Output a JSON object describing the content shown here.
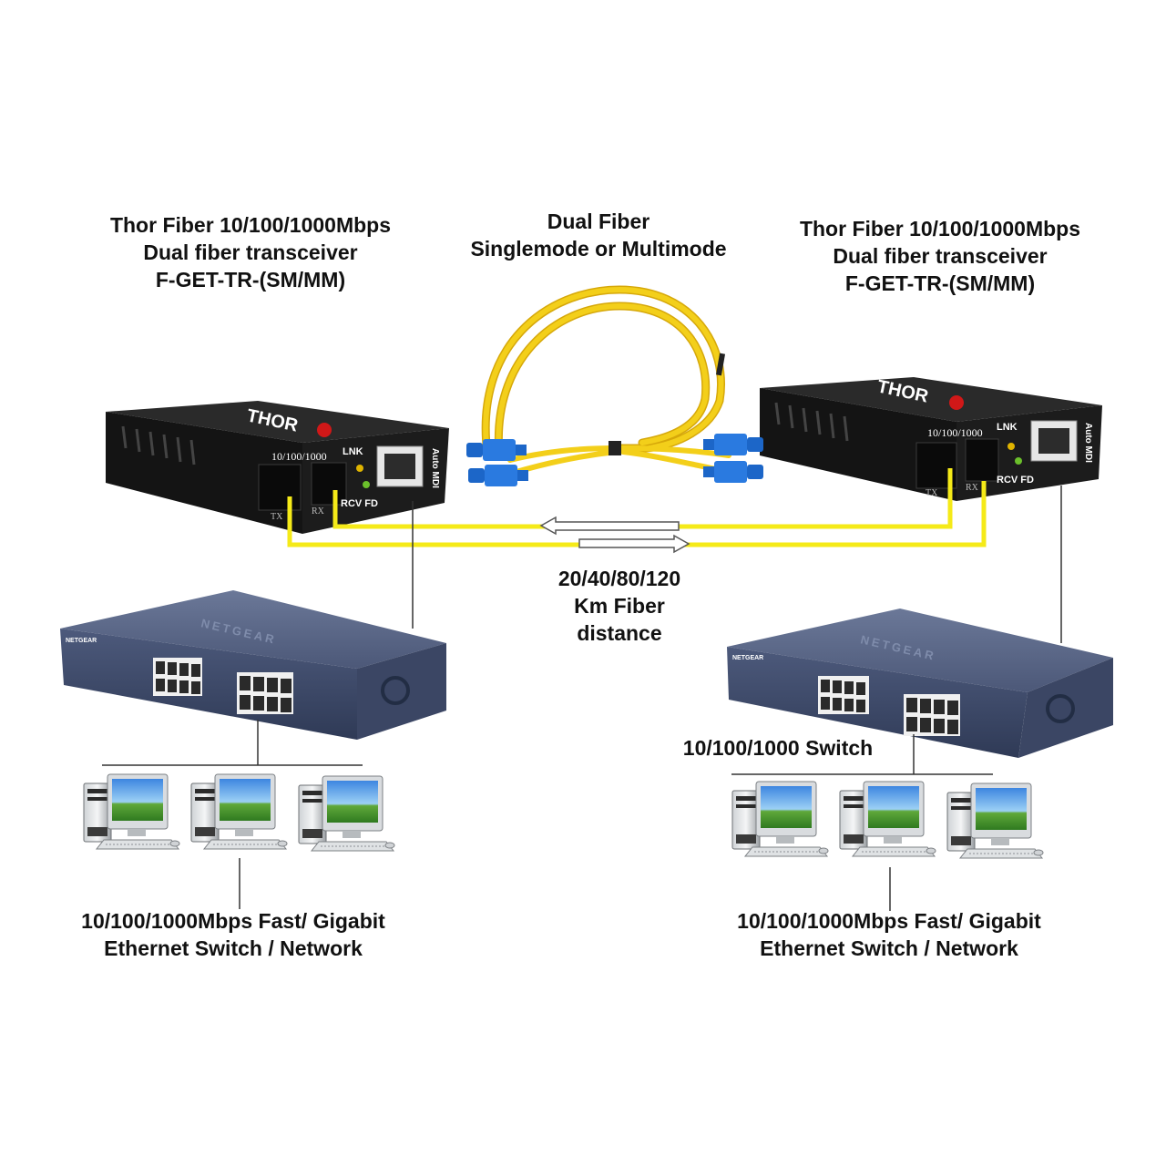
{
  "labels": {
    "left_transceiver": [
      "Thor Fiber 10/100/1000Mbps",
      "Dual fiber transceiver",
      "F-GET-TR-(SM/MM)"
    ],
    "right_transceiver": [
      "Thor Fiber 10/100/1000Mbps",
      "Dual fiber transceiver",
      "F-GET-TR-(SM/MM)"
    ],
    "fiber_cable": [
      "Dual Fiber",
      "Singlemode or Multimode"
    ],
    "distance": [
      "20/40/80/120",
      "Km Fiber",
      "distance"
    ],
    "switch": "10/100/1000 Switch",
    "left_network": [
      "10/100/1000Mbps Fast/ Gigabit",
      "Ethernet  Switch / Network"
    ],
    "right_network": [
      "10/100/1000Mbps Fast/ Gigabit",
      "Ethernet  Switch / Network"
    ]
  },
  "transceiver_panel": {
    "speed": "10/100/1000",
    "lnk": "LNK",
    "rcv_fd": "RCV FD",
    "tx": "TX",
    "rx": "RX",
    "auto_mdi": "Auto MDI",
    "brand": "THOR"
  },
  "switch_brand": "NETGEAR",
  "colors": {
    "fiber_link": "#f5ea18",
    "cable": "#f3cf1a",
    "connector": "#1c66c8",
    "device_body": "#1a1a1a",
    "switch_body": "#4a5779"
  }
}
